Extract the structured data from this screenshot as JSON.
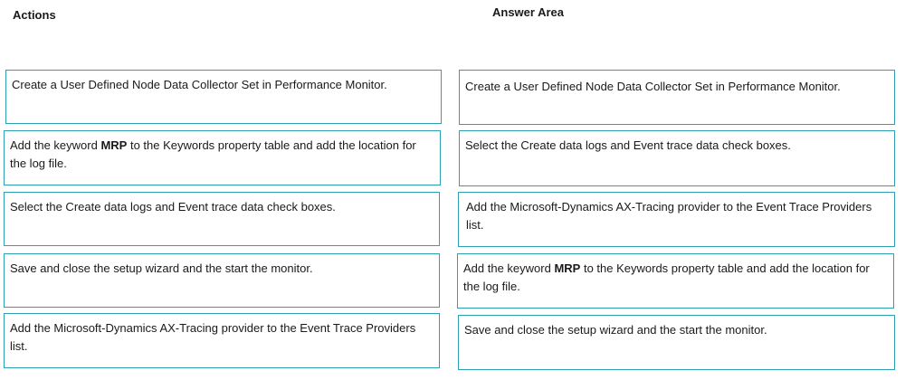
{
  "actions_title": "Actions",
  "answer_title": "Answer Area",
  "actions": [
    {
      "pre": "Create a User Defined Node Data Collector Set in Performance Monitor.",
      "bold": "",
      "post": ""
    },
    {
      "pre": "Add the keyword ",
      "bold": "MRP",
      "post": " to the Keywords property table and add the location for the log file."
    },
    {
      "pre": "Select the Create data logs and Event trace data check boxes.",
      "bold": "",
      "post": ""
    },
    {
      "pre": "Save and close the setup wizard and the start the monitor.",
      "bold": "",
      "post": ""
    },
    {
      "pre": "Add the Microsoft-Dynamics AX-Tracing provider to the Event Trace Providers list.",
      "bold": "",
      "post": ""
    }
  ],
  "answers": [
    {
      "pre": "Create a User Defined Node Data Collector Set in Performance Monitor.",
      "bold": "",
      "post": ""
    },
    {
      "pre": "Select the Create data logs and Event trace data check boxes.",
      "bold": "",
      "post": ""
    },
    {
      "pre": "Add the Microsoft-Dynamics AX-Tracing provider to the Event Trace Providers list.",
      "bold": "",
      "post": ""
    },
    {
      "pre": "Add the keyword ",
      "bold": "MRP",
      "post": " to the Keywords property table and add the location for the log file."
    },
    {
      "pre": "Save and close the setup wizard and the start the monitor.",
      "bold": "",
      "post": ""
    }
  ]
}
